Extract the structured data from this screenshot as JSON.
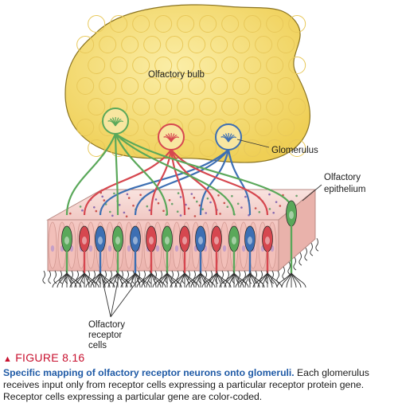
{
  "labels": {
    "bulb": "Olfactory bulb",
    "glomerulus": "Glomerulus",
    "epithelium_line1": "Olfactory",
    "epithelium_line2": "epithelium",
    "receptor_line1": "Olfactory",
    "receptor_line2": "receptor",
    "receptor_line3": "cells"
  },
  "caption": {
    "marker": "▲",
    "figure_number": "FIGURE 8.16",
    "bold": "Specific mapping of olfactory receptor neurons onto glomeruli.",
    "text": " Each glomerulus receives input only from receptor cells expressing a particular receptor protein gene. Receptor cells expressing a particular gene are color-coded."
  },
  "colors": {
    "bulb": "#f6e07a",
    "epithelium": "#f7d4d0",
    "green_cells": "#5aa85a",
    "red_cells": "#d6474f",
    "blue_cells": "#3d6fb3",
    "caption_head": "#c8102e",
    "caption_bold": "#1f5aa6"
  }
}
